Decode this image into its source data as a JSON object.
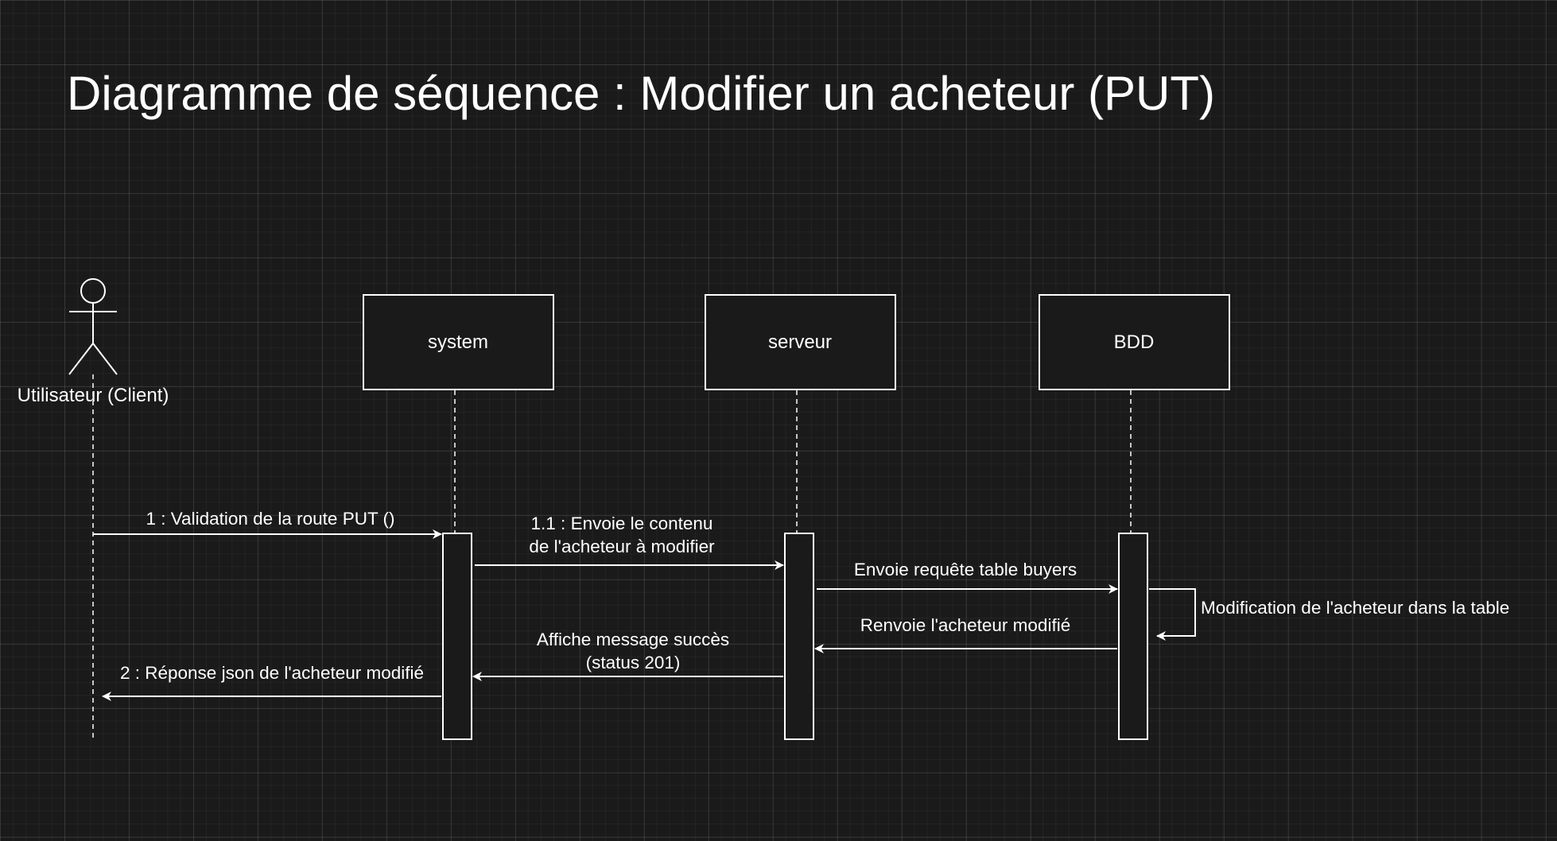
{
  "title": "Diagramme de séquence : Modifier un acheteur (PUT)",
  "actor": {
    "label": "Utilisateur (Client)"
  },
  "participants": [
    {
      "label": "system"
    },
    {
      "label": "serveur"
    },
    {
      "label": "BDD"
    }
  ],
  "messages": [
    {
      "lines": [
        "1 : Validation de la route PUT ()"
      ]
    },
    {
      "lines": [
        "1.1 : Envoie le contenu",
        "de l'acheteur à modifier"
      ]
    },
    {
      "lines": [
        "Envoie requête table buyers"
      ]
    },
    {
      "lines": [
        "Modification de l'acheteur dans la table"
      ]
    },
    {
      "lines": [
        "Renvoie l'acheteur modifié"
      ]
    },
    {
      "lines": [
        "Affiche message succès",
        "(status 201)"
      ]
    },
    {
      "lines": [
        "2 : Réponse json de l'acheteur modifié"
      ]
    }
  ],
  "colors": {
    "background": "#1a1a1a",
    "stroke": "#ffffff",
    "box_fill": "#1a1a1a"
  }
}
